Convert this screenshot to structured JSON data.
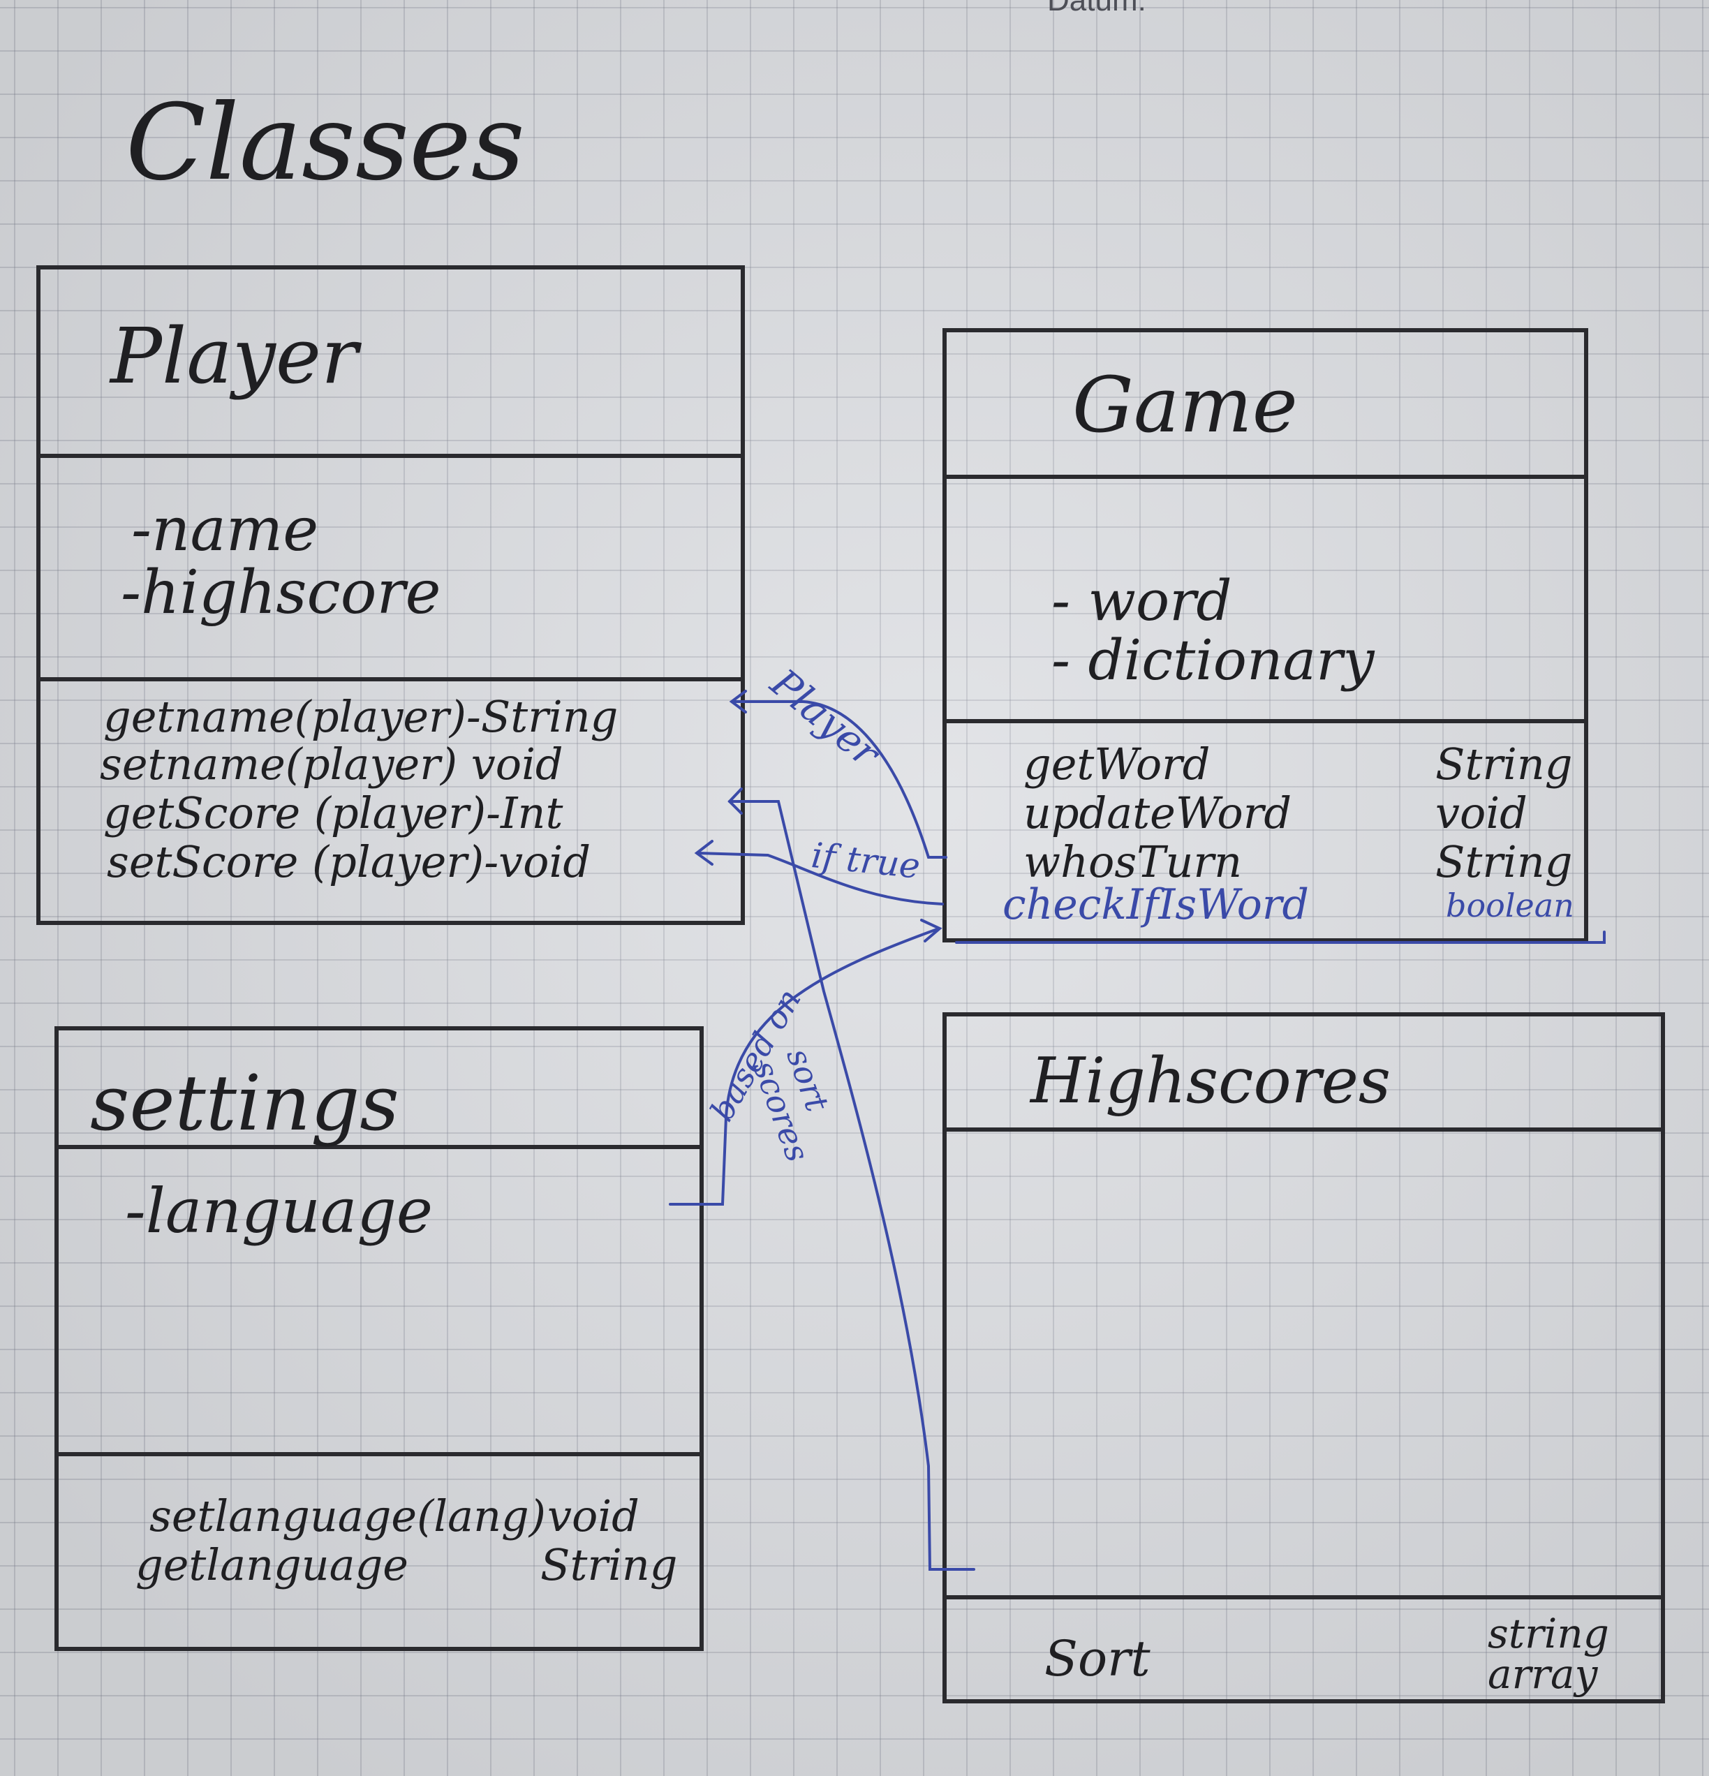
{
  "header": {
    "datum_label": "Datum:"
  },
  "title": "Classes",
  "colors": {
    "ink": "#1f1f22",
    "blue_ink": "#3a4aa8",
    "paper": "#dcdee2",
    "grid": "#8a8f9c"
  },
  "classes": {
    "player": {
      "name": "Player",
      "attributes": [
        "-name",
        "-highscore"
      ],
      "methods": [
        "getname(player)-String",
        "setname(player) void",
        "getScore (player)-Int",
        "setScore (player)-void"
      ]
    },
    "game": {
      "name": "Game",
      "attributes": [
        "- word",
        "- dictionary"
      ],
      "methods": [
        {
          "name": "getWord",
          "type": "String"
        },
        {
          "name": "updateWord",
          "type": "void"
        },
        {
          "name": "whosTurn",
          "type": "String"
        },
        {
          "name": "checkIfIsWord",
          "type": "boolean"
        }
      ]
    },
    "settings": {
      "name": "settings",
      "attributes": [
        "-language"
      ],
      "methods": [
        {
          "name": "setlanguage(lang)",
          "type": "void"
        },
        {
          "name": "getlanguage",
          "type": "String"
        }
      ]
    },
    "highscores": {
      "name": "Highscores",
      "attributes": [],
      "methods": [
        {
          "name": "Sort",
          "type": "string array"
        }
      ]
    }
  },
  "relations": {
    "player_label": "Player",
    "if_true_label": "if true",
    "based_on_label": "based on",
    "sort_scores_label": "sort scores"
  }
}
